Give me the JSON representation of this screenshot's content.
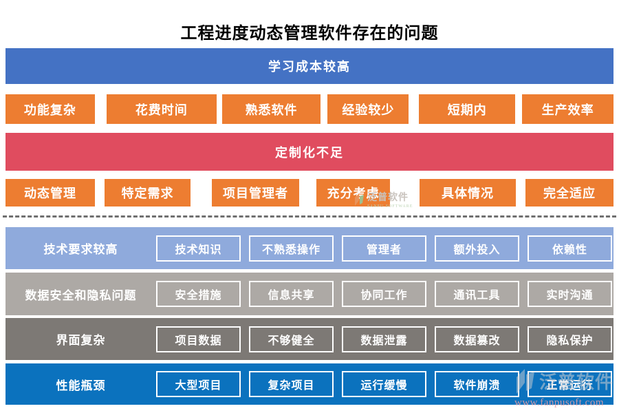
{
  "title": "工程进度动态管理软件存在的问题",
  "sections": [
    {
      "banner": "学习成本较高",
      "items": [
        "功能复杂",
        "花费时间",
        "熟悉软件",
        "经验较少",
        "短期内",
        "生产效率"
      ]
    },
    {
      "banner": "定制化不足",
      "items": [
        "动态管理",
        "特定需求",
        "项目管理者",
        "充分考虑",
        "具体情况",
        "完全适应"
      ]
    }
  ],
  "bands": [
    {
      "label": "技术要求较高",
      "items": [
        "技术知识",
        "不熟悉操作",
        "管理者",
        "额外投入",
        "依赖性"
      ]
    },
    {
      "label": "数据安全和隐私问题",
      "items": [
        "安全措施",
        "信息共享",
        "协同工作",
        "通讯工具",
        "实时沟通"
      ]
    },
    {
      "label": "界面复杂",
      "items": [
        "项目数据",
        "不够健全",
        "数据泄露",
        "数据篡改",
        "隐私保护"
      ]
    },
    {
      "label": "性能瓶颈",
      "items": [
        "大型项目",
        "复杂项目",
        "运行缓慢",
        "软件崩溃",
        "正常运行"
      ]
    }
  ],
  "watermark": {
    "brand": "泛普软件",
    "brand_sub": "FANPU SOFTWARE",
    "url": "www.fanpusoft.com"
  },
  "colors": {
    "banner_blue": "#4472C4",
    "tag_orange": "#ED7D31",
    "banner_red": "#E04C5F",
    "band_light_blue": "#8FAADC",
    "band_gray": "#ADA9A5",
    "band_dark_gray": "#7D7975",
    "band_blue": "#0B72BE"
  }
}
